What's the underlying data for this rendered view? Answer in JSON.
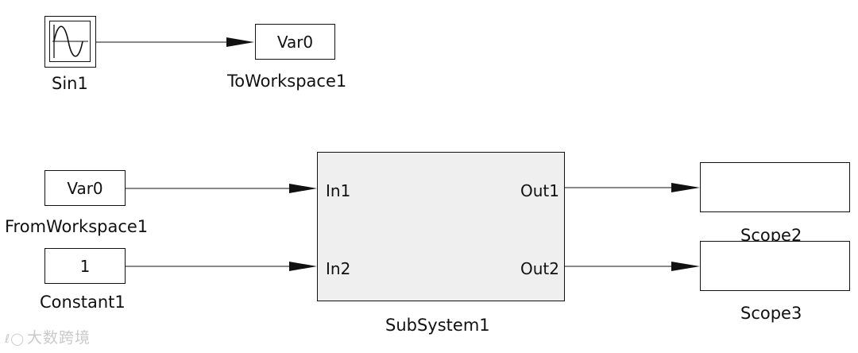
{
  "blocks": {
    "sin": {
      "label": "Sin1"
    },
    "to_workspace": {
      "text": "Var0",
      "label": "ToWorkspace1"
    },
    "from_workspace": {
      "text": "Var0",
      "label": "FromWorkspace1"
    },
    "constant": {
      "text": "1",
      "label": "Constant1"
    },
    "subsystem": {
      "label": "SubSystem1",
      "in1": "In1",
      "in2": "In2",
      "out1": "Out1",
      "out2": "Out2"
    },
    "scope2": {
      "label": "Scope2"
    },
    "scope3": {
      "label": "Scope3"
    }
  },
  "watermark": {
    "text": "大数跨境"
  }
}
